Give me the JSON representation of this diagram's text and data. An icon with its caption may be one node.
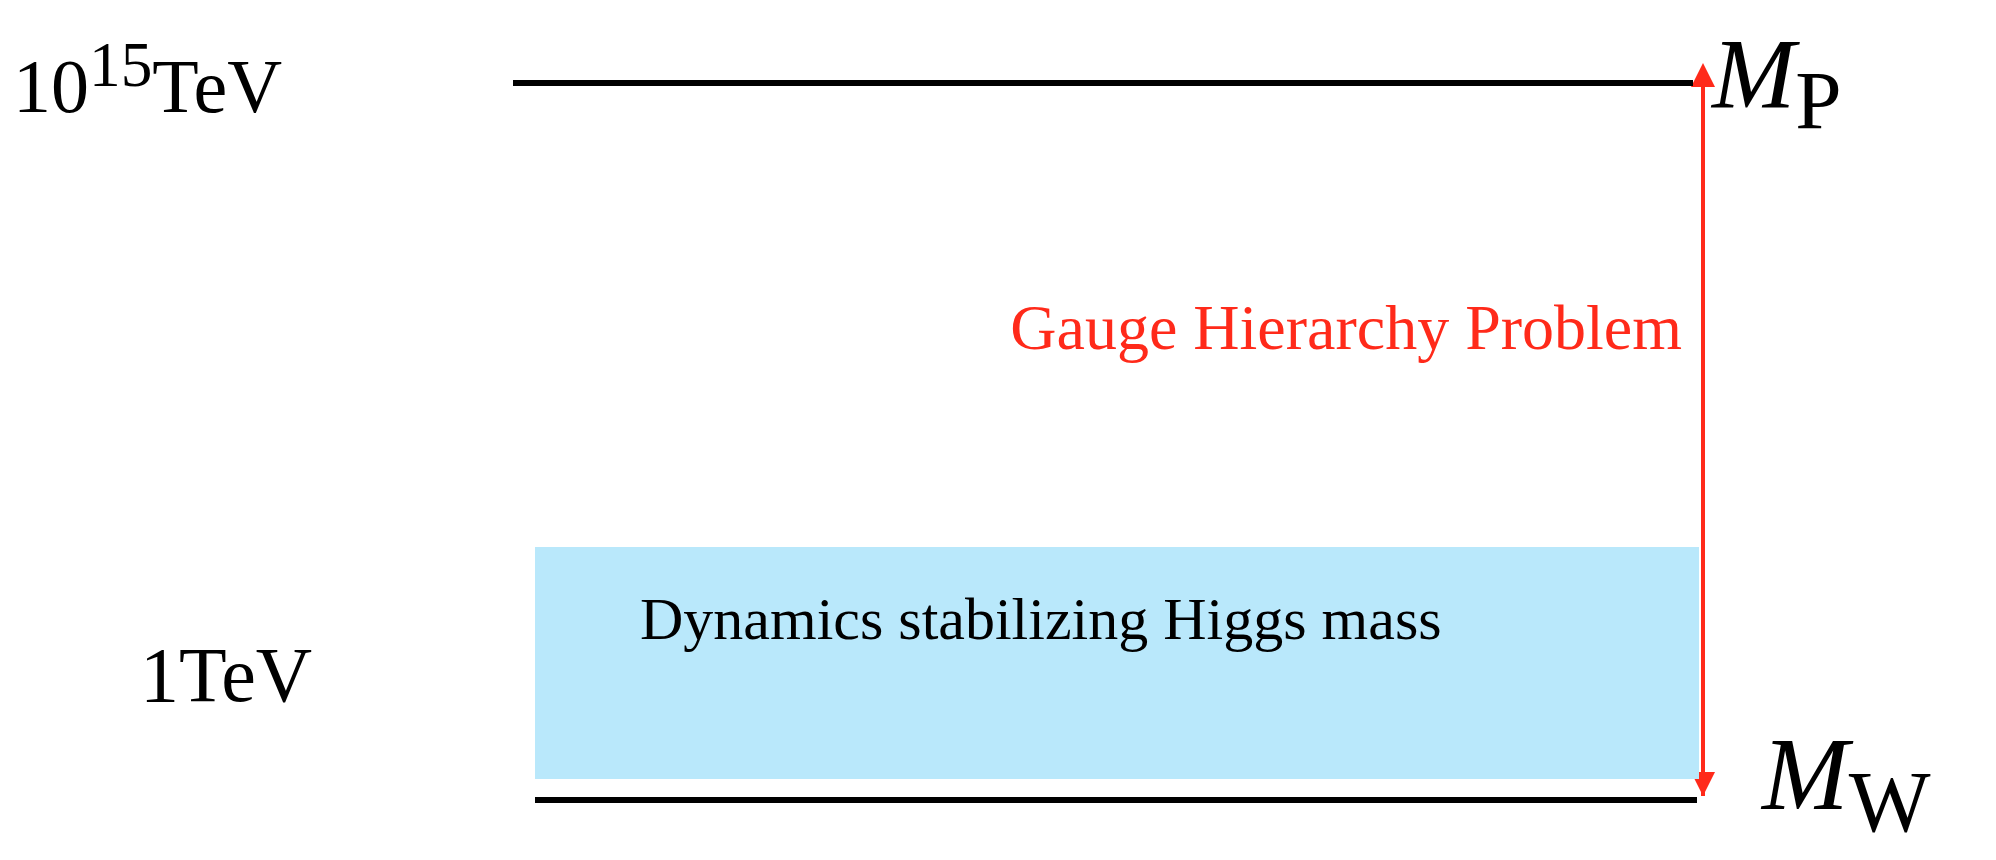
{
  "diagram": {
    "nodes": [
      {
        "text": [],
        "shape": "bar",
        "beside": [
          "*M*$_{P}$"
        ]
      },
      {
        "text": [
          "Dynamics stabilizing Higgs mass"
        ]
      },
      {
        "text": [],
        "shape": "bar",
        "beside": [
          "*M*$_{W}$"
        ]
      }
    ],
    "edges": [
      {
        "from": 0,
        "to": 2,
        "arrow": "both",
        "label": "Gauge Hierarchy Problem",
        "color": "#ff2a1a"
      }
    ],
    "labels": [
      "10$^{15}$TeV",
      "1TeV"
    ]
  }
}
